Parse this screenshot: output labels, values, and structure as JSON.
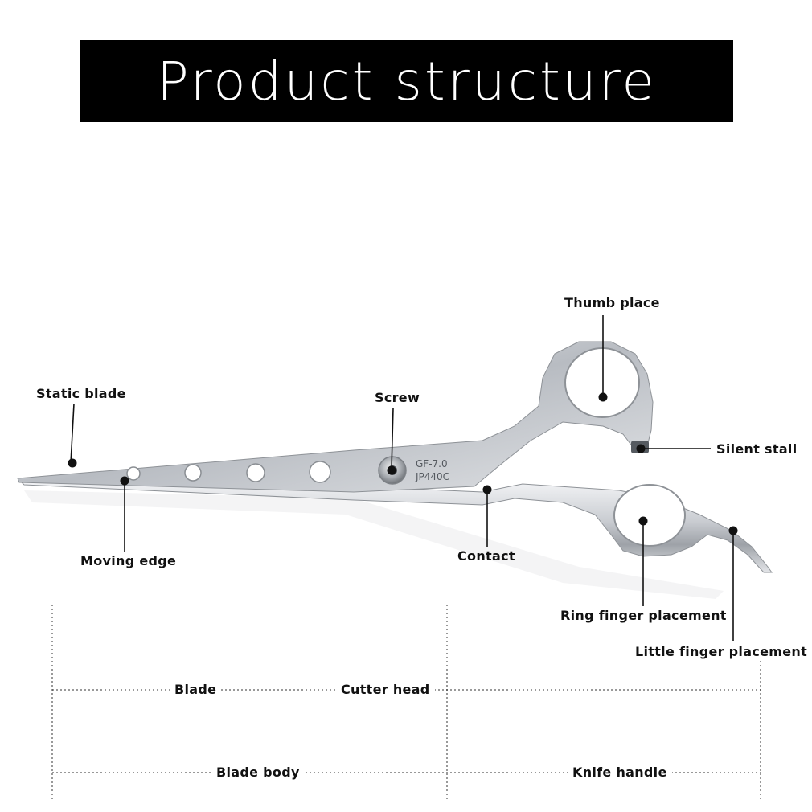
{
  "title": "Product structure",
  "engraving": {
    "line1": "GF-7.0",
    "line2": "JP440C"
  },
  "parts": {
    "static_blade": "Static blade",
    "moving_edge": "Moving edge",
    "screw": "Screw",
    "thumb_place": "Thumb place",
    "silent_stall": "Silent stall",
    "contact": "Contact",
    "ring_finger": "Ring finger placement",
    "little_finger": "Little finger placement"
  },
  "dimensions": {
    "blade": "Blade",
    "cutter_head": "Cutter head",
    "blade_body": "Blade body",
    "knife_handle": "Knife handle"
  },
  "colors": {
    "title_bg": "#000000",
    "title_text": "#ffffff",
    "steel": "#c8cbd0",
    "ink": "#111111"
  }
}
